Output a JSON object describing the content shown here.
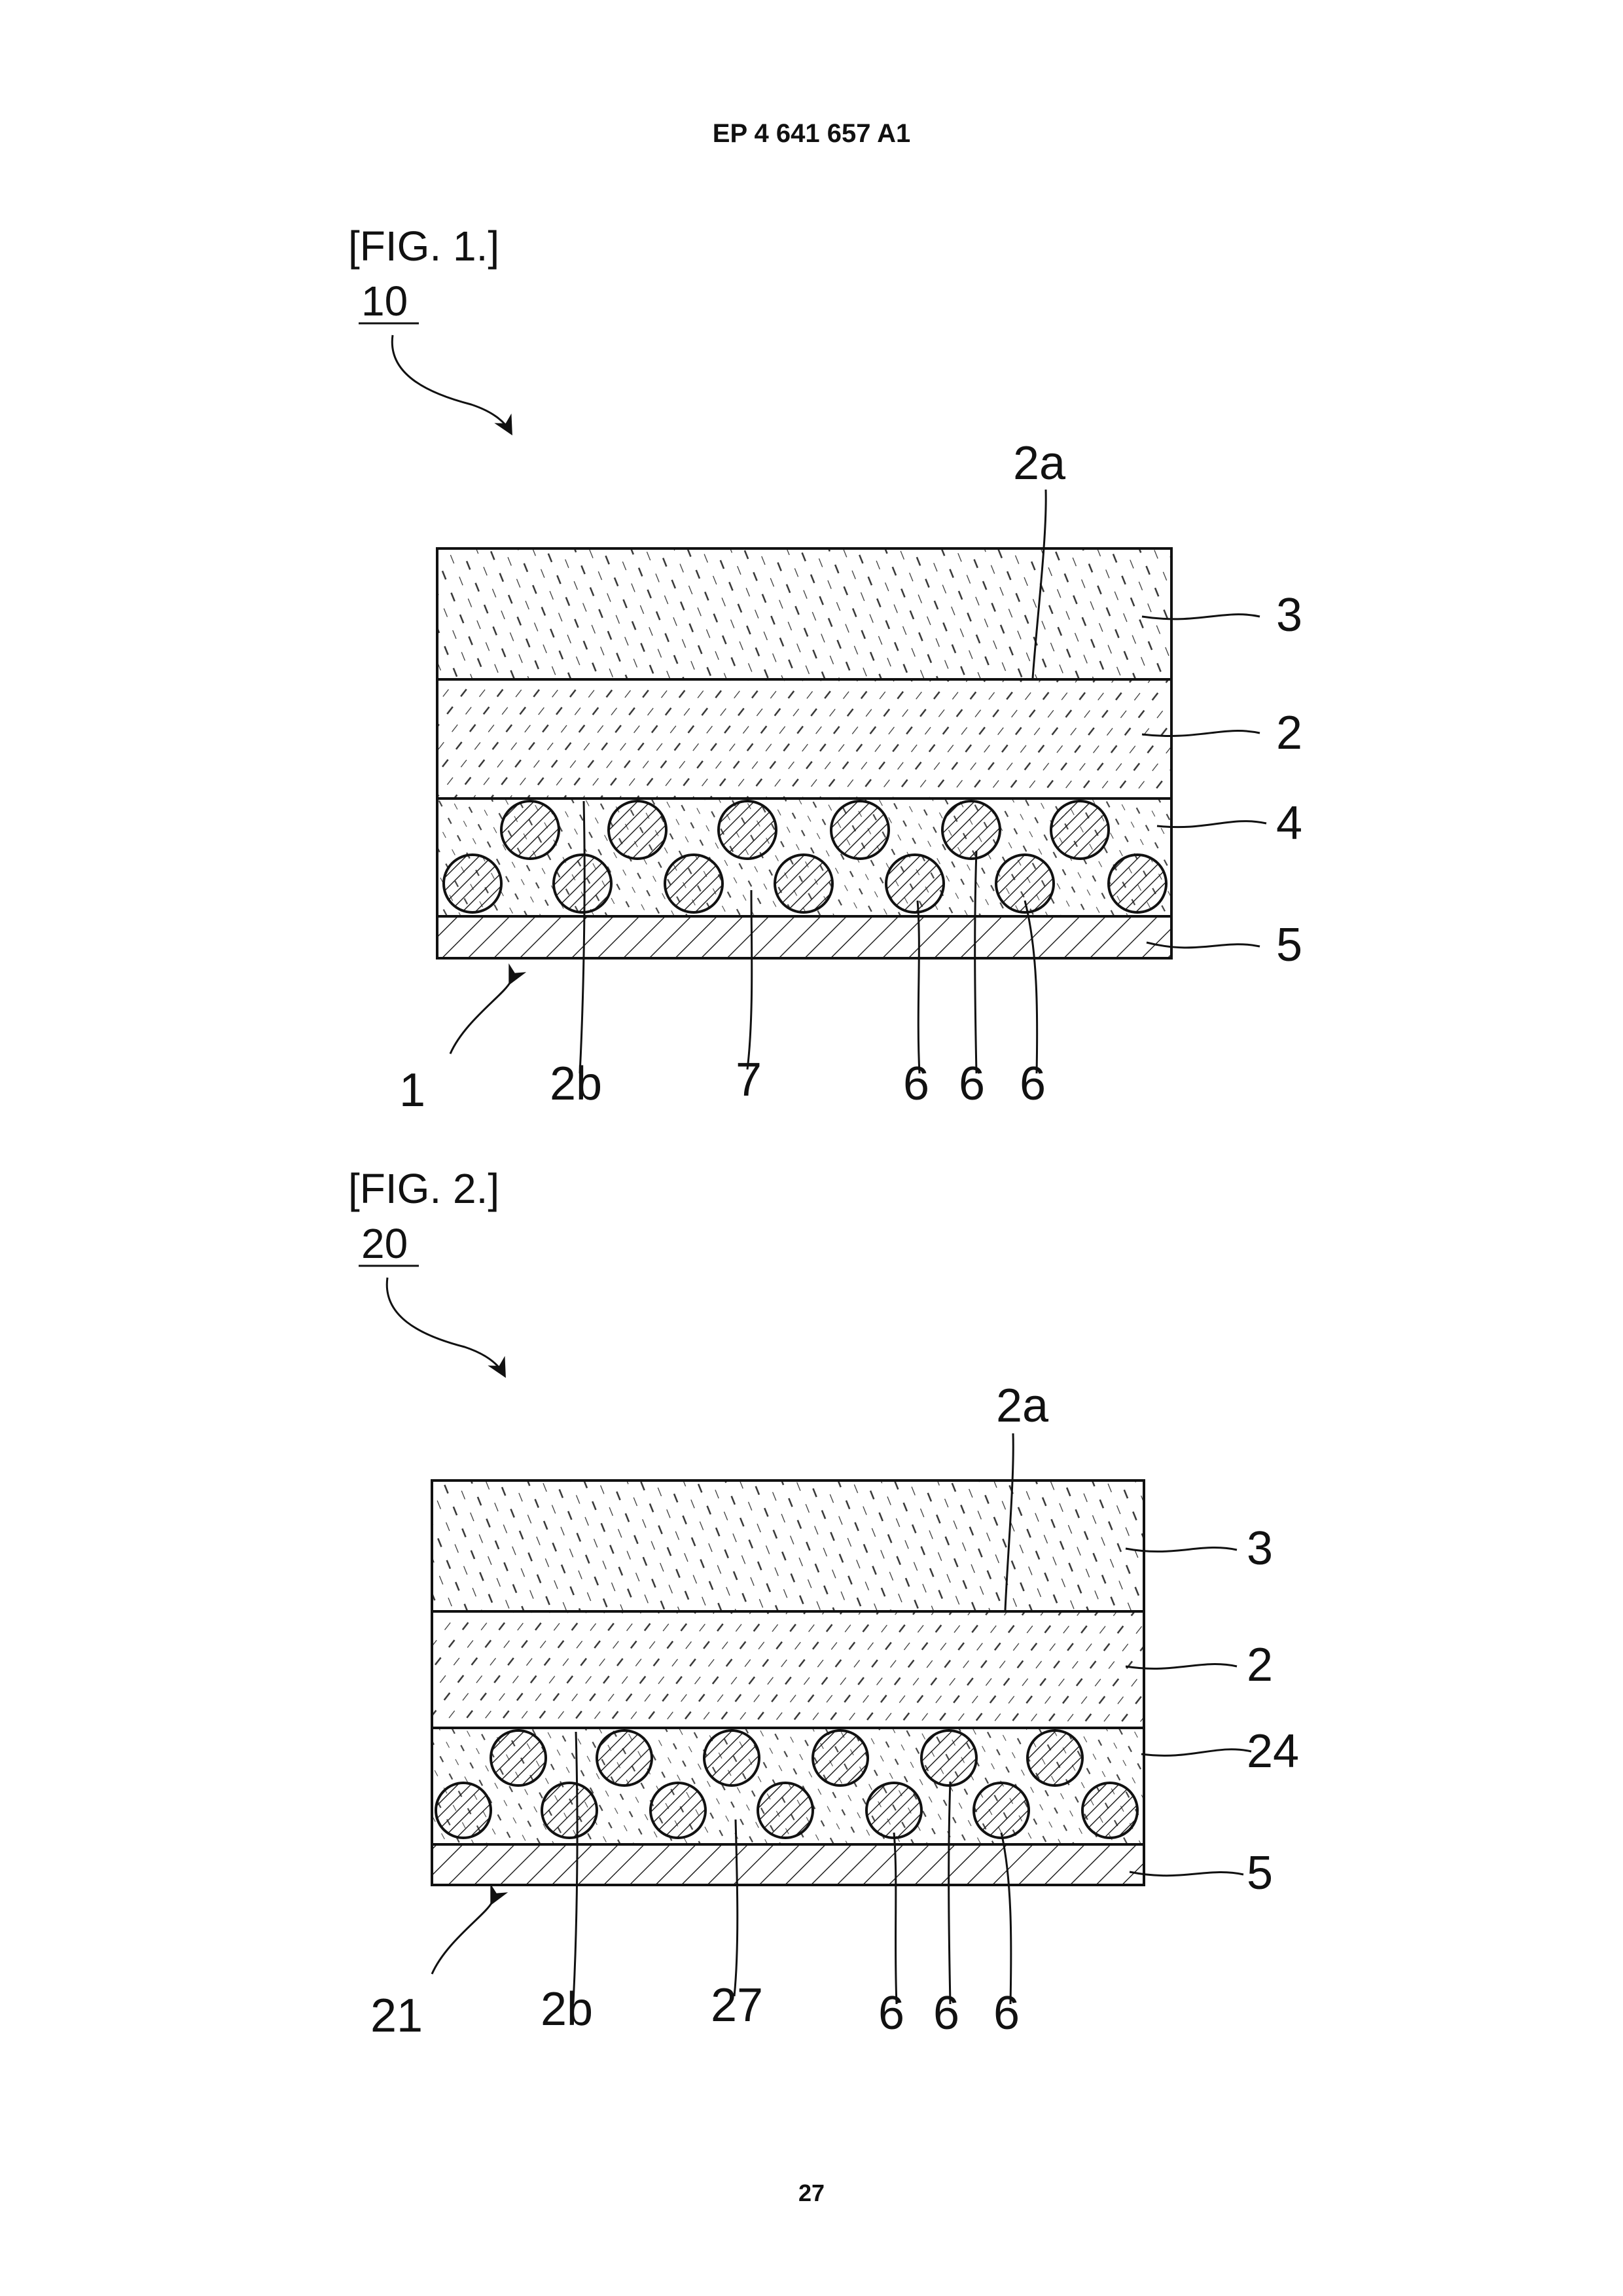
{
  "header": {
    "publication_number": "EP 4 641 657 A1"
  },
  "footer": {
    "page_number": "27"
  },
  "figures": [
    {
      "caption": "[FIG. 1.]",
      "assembly_ref": "10",
      "element_ref": "1",
      "labels": {
        "surface_top": "2a",
        "surface_bottom": "2b",
        "layer_top": "3",
        "layer_middle": "2",
        "particle_layer": "4",
        "base_layer": "5",
        "matrix": "7",
        "particle": "6"
      }
    },
    {
      "caption": "[FIG. 2.]",
      "assembly_ref": "20",
      "element_ref": "21",
      "labels": {
        "surface_top": "2a",
        "surface_bottom": "2b",
        "layer_top": "3",
        "layer_middle": "2",
        "particle_layer": "24",
        "base_layer": "5",
        "matrix": "27",
        "particle": "6"
      }
    }
  ]
}
